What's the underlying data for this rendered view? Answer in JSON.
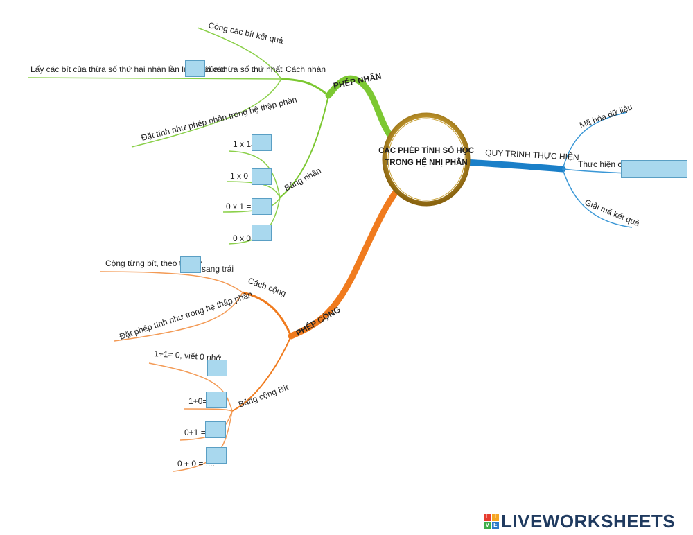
{
  "center": {
    "line1": "CÁC PHÉP TÍNH SỐ HỌC",
    "line2": "TRONG HỆ NHỊ PHÂN"
  },
  "branches": {
    "multiply": {
      "title": "PHÉP NHÂN",
      "color": "#7cc832",
      "how": {
        "label": "Cách nhân",
        "items": [
          "Cộng các bít kết quả",
          "Lấy các bít của thừa số thứ hai nhân lần lượt với các",
          "của thừa số thứ nhất",
          "Đặt tính như phép nhân trong hệ thập phân"
        ]
      },
      "table": {
        "label": "Bảng nhân",
        "rows": [
          "1 x 1=",
          "1 x 0 =",
          "0 x 1 =..",
          "0 x 0 ="
        ]
      }
    },
    "add": {
      "title": "PHÉP CỘNG",
      "color": "#f07b1e",
      "how": {
        "label": "Cách cộng",
        "items": [
          "Cộng từng bít, theo thứ tự",
          "sang trái",
          "Đặt phép tính như trong hệ thập phân"
        ]
      },
      "table": {
        "label": "Bảng cộng Bít",
        "rows": [
          "1+1= 0, viết 0 nhớ",
          "1+0=",
          "0+1 =..",
          "0 + 0 = ...."
        ]
      }
    },
    "process": {
      "title": "QUY TRÌNH THỰC HIỆN",
      "color": "#1a7fc8",
      "items": [
        "Mã hóa dữ liệu",
        "Thực hiện các",
        "Giải mã kết quả"
      ]
    }
  },
  "brand": {
    "text": "LIVEWORKSHEETS",
    "mark": [
      "L",
      "I",
      "V",
      "E"
    ]
  }
}
